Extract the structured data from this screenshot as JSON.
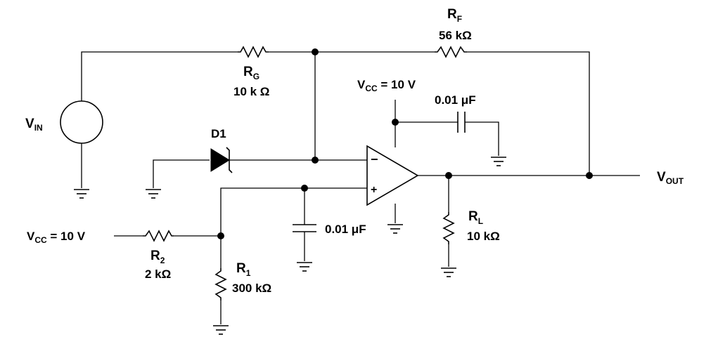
{
  "labels": {
    "vin": {
      "main": "V",
      "sub": "IN"
    },
    "vout": {
      "main": "V",
      "sub": "OUT"
    },
    "rf": {
      "main": "R",
      "sub": "F",
      "value": "56 kΩ"
    },
    "rg": {
      "main": "R",
      "sub": "G",
      "value": "10 k Ω"
    },
    "d1": "D1",
    "vcc_top": {
      "main": "V",
      "sub": "CC",
      "rest": " = 10 V"
    },
    "cap_top": "0.01 μF",
    "cap_mid": "0.01 μF",
    "vcc_left": {
      "main": "V",
      "sub": "CC",
      "rest": " = 10 V"
    },
    "r2": {
      "main": "R",
      "sub": "2",
      "value": "2 kΩ"
    },
    "r1": {
      "main": "R",
      "sub": "1",
      "value": "300 kΩ"
    },
    "rl": {
      "main": "R",
      "sub": "L",
      "value": "10 kΩ"
    },
    "opamp_minus": "−",
    "opamp_plus": "+"
  }
}
